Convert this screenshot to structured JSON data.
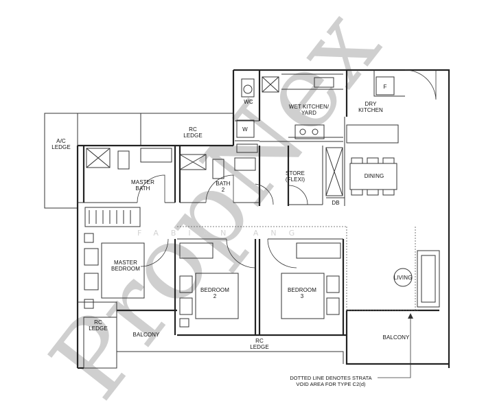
{
  "watermark": {
    "brand": "PropNex",
    "name": "FABIAN ANG"
  },
  "rooms": {
    "ac_ledge": [
      "A/C",
      "LEDGE"
    ],
    "rc_ledge_top": [
      "RC",
      "LEDGE"
    ],
    "wc": "WC",
    "w": "W",
    "wet_kitchen": [
      "WET KITCHEN/",
      "YARD"
    ],
    "dry_kitchen": [
      "DRY",
      "KITCHEN"
    ],
    "fridge": "F",
    "master_bath": [
      "MASTER",
      "BATH"
    ],
    "bath2": [
      "BATH",
      "2"
    ],
    "store": [
      "STORE",
      "(FLEXI)"
    ],
    "dining": "DINING",
    "db": "DB",
    "master_bedroom": [
      "MASTER",
      "BEDROOM"
    ],
    "bedroom2": [
      "BEDROOM",
      "2"
    ],
    "bedroom3": [
      "BEDROOM",
      "3"
    ],
    "living": "LIVING",
    "rc_ledge_left": [
      "RC",
      "LEDGE"
    ],
    "balcony_left": "BALCONY",
    "rc_ledge_bottom": [
      "RC",
      "LEDGE"
    ],
    "balcony_right": "BALCONY"
  },
  "note": [
    "DOTTED LINE DENOTES STRATA",
    "VOID AREA FOR TYPE C2(d)"
  ]
}
